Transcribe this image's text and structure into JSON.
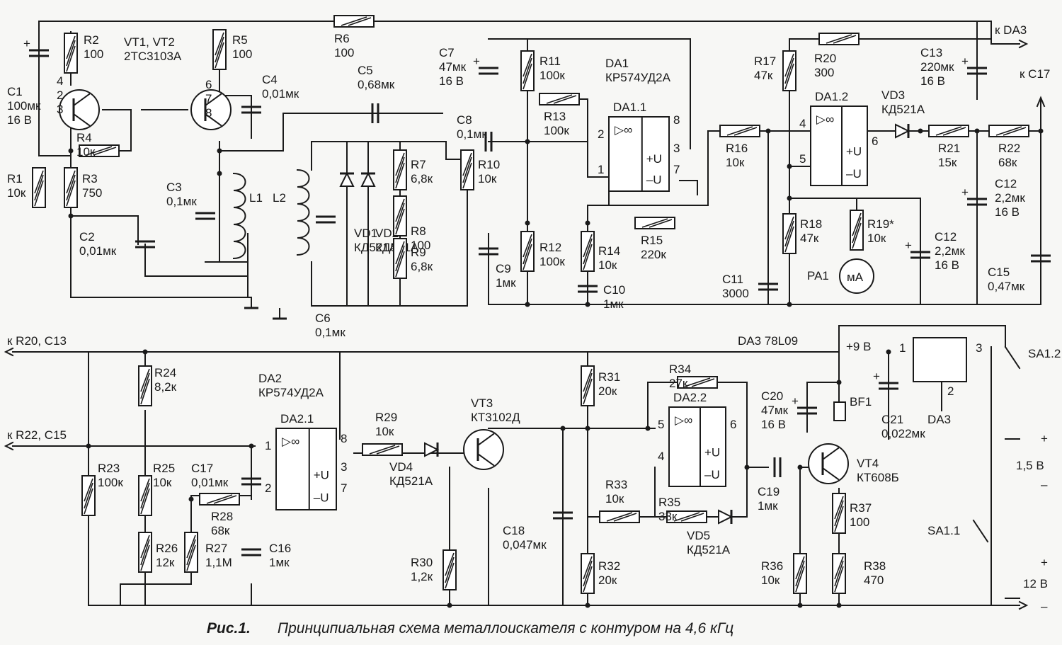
{
  "caption": {
    "figure": "Рис.1.",
    "text": "Принципиальная схема металлоискателя с контуром на 4,6 кГц"
  },
  "components": {
    "C1": [
      "C1",
      "100мк",
      "16 В"
    ],
    "R1": [
      "R1",
      "10к"
    ],
    "R2": [
      "R2",
      "100"
    ],
    "R3": [
      "R3",
      "750"
    ],
    "R4": [
      "R4",
      "10к"
    ],
    "VT12": [
      "VT1, VT2",
      "2ТС3103А"
    ],
    "R5": [
      "R5",
      "100"
    ],
    "C4": [
      "C4",
      "0,01мк"
    ],
    "C2": [
      "C2",
      "0,01мк"
    ],
    "C3": [
      "C3",
      "0,1мк"
    ],
    "L1": [
      "L1"
    ],
    "L2": [
      "L2"
    ],
    "R6": [
      "R6",
      "100"
    ],
    "C5": [
      "C5",
      "0,68мк"
    ],
    "VD1": [
      "VD1",
      "КД521А"
    ],
    "VD2": [
      "VD2",
      "КД521А"
    ],
    "R7": [
      "R7",
      "6,8к"
    ],
    "R8": [
      "R8",
      "100"
    ],
    "R9": [
      "R9",
      "6,8к"
    ],
    "C6": [
      "C6",
      "0,1мк"
    ],
    "C7": [
      "C7",
      "47мк",
      "16 В"
    ],
    "C8": [
      "C8",
      "0,1мк"
    ],
    "R10": [
      "R10",
      "10к"
    ],
    "C9": [
      "C9",
      "1мк"
    ],
    "R11": [
      "R11",
      "100к"
    ],
    "R12": [
      "R12",
      "100к"
    ],
    "R13": [
      "R13",
      "100к"
    ],
    "DA1": [
      "DA1",
      "КР574УД2А"
    ],
    "R14": [
      "R14",
      "10к"
    ],
    "C10": [
      "C10",
      "1мк"
    ],
    "R15": [
      "R15",
      "220к"
    ],
    "R16": [
      "R16",
      "10к"
    ],
    "C11": [
      "C11",
      "3000"
    ],
    "R17": [
      "R17",
      "47к"
    ],
    "R20": [
      "R20",
      "300"
    ],
    "C13": [
      "C13",
      "220мк",
      "16 В"
    ],
    "R18": [
      "R18",
      "47к"
    ],
    "R19": [
      "R19*",
      "10к"
    ],
    "PA1": [
      "PA1"
    ],
    "VD3": [
      "VD3",
      "КД521А"
    ],
    "R21": [
      "R21",
      "15к"
    ],
    "R22": [
      "R22",
      "68к"
    ],
    "C12a": [
      "C12",
      "2,2мк",
      "16 В"
    ],
    "C12b": [
      "C12",
      "2,2мк",
      "16 В"
    ],
    "C15": [
      "C15",
      "0,47мк"
    ],
    "R24": [
      "R24",
      "8,2к"
    ],
    "DA2": [
      "DA2",
      "КР574УД2А"
    ],
    "R23": [
      "R23",
      "100к"
    ],
    "R25": [
      "R25",
      "10к"
    ],
    "R26": [
      "R26",
      "12к"
    ],
    "R27": [
      "R27",
      "1,1М"
    ],
    "R28": [
      "R28",
      "68к"
    ],
    "C17": [
      "C17",
      "0,01мк"
    ],
    "C16": [
      "C16",
      "1мк"
    ],
    "R29": [
      "R29",
      "10к"
    ],
    "VD4": [
      "VD4",
      "КД521А"
    ],
    "R30": [
      "R30",
      "1,2к"
    ],
    "VT3": [
      "VT3",
      "КТ3102Д"
    ],
    "C18": [
      "C18",
      "0,047мк"
    ],
    "R31": [
      "R31",
      "20к"
    ],
    "R32": [
      "R32",
      "20к"
    ],
    "R33": [
      "R33",
      "10к"
    ],
    "R34": [
      "R34",
      "27к"
    ],
    "R35": [
      "R35",
      "33к"
    ],
    "VD5": [
      "VD5",
      "КД521А"
    ],
    "C19": [
      "C19",
      "1мк"
    ],
    "R36": [
      "R36",
      "10к"
    ],
    "C20": [
      "C20",
      "47мк",
      "16 В"
    ],
    "BF1": [
      "BF1"
    ],
    "VT4": [
      "VT4",
      "КТ608Б"
    ],
    "R37": [
      "R37",
      "100"
    ],
    "R38": [
      "R38",
      "470"
    ],
    "DA3": [
      "DA3 78L09"
    ],
    "C21": [
      "C21",
      "0,022мк"
    ],
    "SA11": [
      "SA1.1"
    ],
    "SA12": [
      "SA1.2"
    ]
  },
  "chips": {
    "da11": "DA1.1",
    "da12": "DA1.2",
    "da21": "DA2.1",
    "da22": "DA2.2",
    "da3": "DA3",
    "inf": "▷∞",
    "plus_u": "+U",
    "minus_u": "–U",
    "ma": "мА"
  },
  "pins": [
    "1",
    "2",
    "3",
    "4",
    "5",
    "6",
    "7",
    "8"
  ],
  "rails": {
    "to_da3": "к DA3",
    "to_c17": "к C17",
    "to_r20_c13": "к R20, C13",
    "to_r22_c15": "к R22, C15",
    "plus9": "+9 В",
    "batt_small": "1,5 В",
    "batt_big": "12 В",
    "plus": "+",
    "minus": "–"
  }
}
